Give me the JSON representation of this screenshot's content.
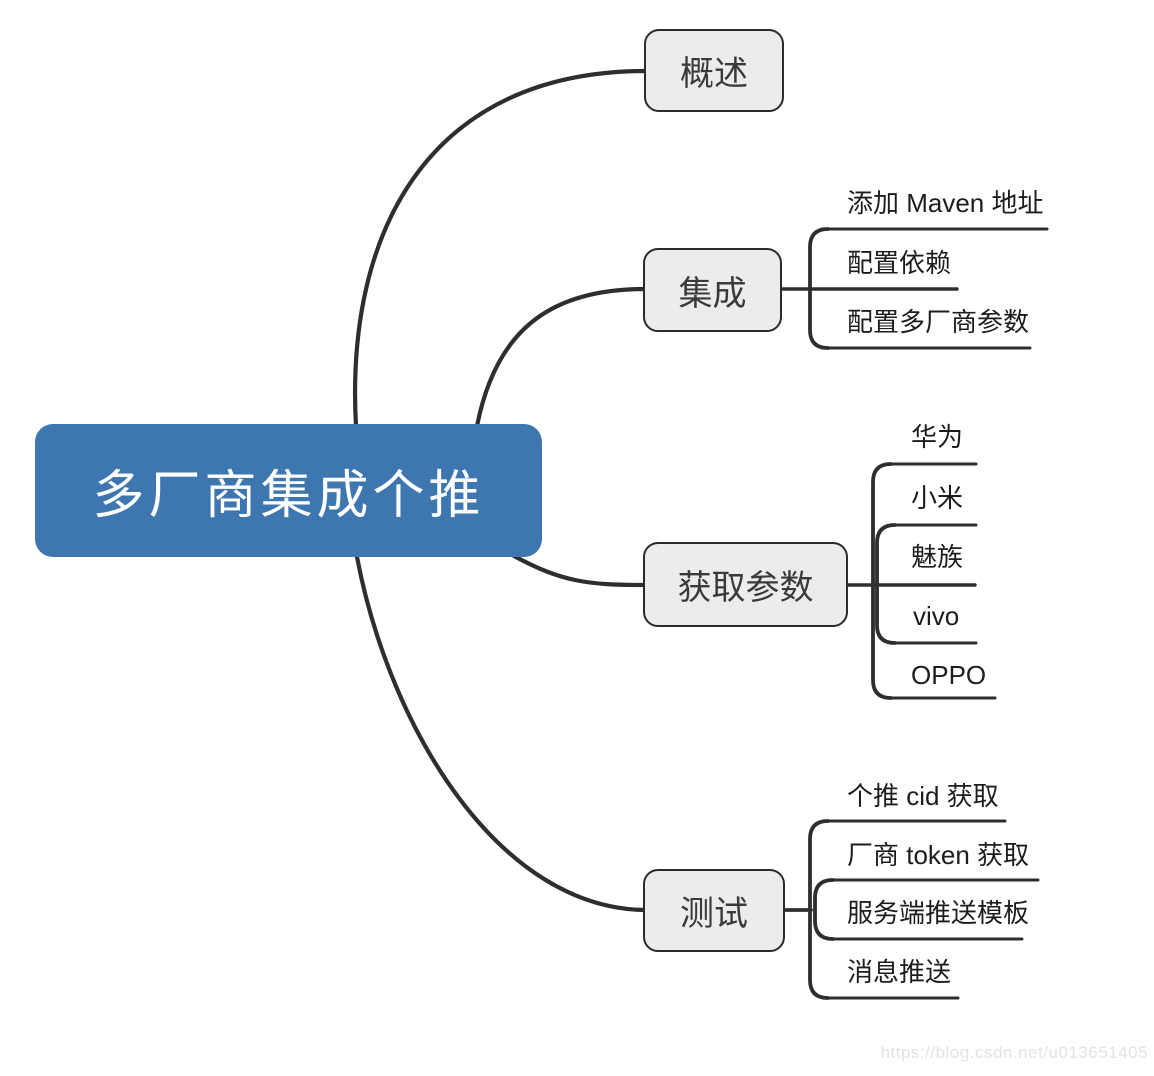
{
  "root": {
    "label": "多厂商集成个推"
  },
  "branches": [
    {
      "label": "概述",
      "children": []
    },
    {
      "label": "集成",
      "children": [
        {
          "label": "添加 Maven 地址"
        },
        {
          "label": "配置依赖"
        },
        {
          "label": "配置多厂商参数"
        }
      ]
    },
    {
      "label": "获取参数",
      "children": [
        {
          "label": "华为"
        },
        {
          "label": "小米"
        },
        {
          "label": "魅族"
        },
        {
          "label": "vivo"
        },
        {
          "label": "OPPO"
        }
      ]
    },
    {
      "label": "测试",
      "children": [
        {
          "label": "个推 cid 获取"
        },
        {
          "label": "厂商 token 获取"
        },
        {
          "label": "服务端推送模板"
        },
        {
          "label": "消息推送"
        }
      ]
    }
  ],
  "watermark": "https://blog.csdn.net/u013651405",
  "colors": {
    "root_fill": "#3e77b0",
    "root_text": "#ffffff",
    "branch_fill": "#ececec",
    "branch_border": "#2b2b2b",
    "line": "#2e2e2e",
    "leaf_text": "#1d1d1d",
    "watermark_text": "#e3e3e3"
  }
}
